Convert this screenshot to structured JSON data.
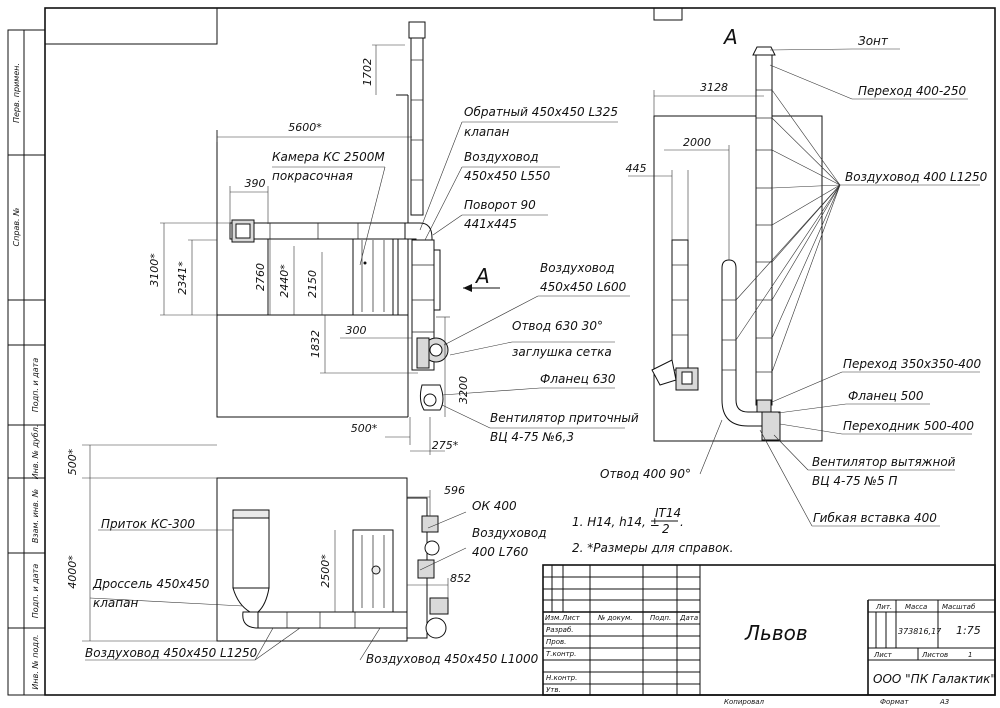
{
  "side_strip": {
    "perv_primen": "Перв. примен.",
    "sprav_no": "Справ. №",
    "podp_i_data_1": "Подп. и дата",
    "inv_dubl": "Инв. № дубл.",
    "vzam_inv": "Взам. инв. №",
    "podp_i_data_2": "Подп. и дата",
    "inv_podl": "Инв. № подл."
  },
  "view_a_marker": "А",
  "left_view": {
    "dims": {
      "d1702": "1702",
      "d5600": "5600*",
      "d390": "390",
      "d3100": "3100*",
      "d2341": "2341*",
      "d2760": "2760",
      "d2440": "2440*",
      "d2150": "2150",
      "d300": "300",
      "d1832": "1832",
      "d3200": "3200",
      "d500": "500*",
      "d275": "275*"
    },
    "labels": {
      "kamera_1": "Камера КС 2500М",
      "kamera_2": "покрасочная",
      "obratny_1": "Обратный 450х450 L325",
      "obratny_2": "клапан",
      "vozd550_1": "Воздуховод",
      "vozd550_2": "450х450 L550",
      "povorot_1": "Поворот 90",
      "povorot_2": "441х445",
      "vozd600_1": "Воздуховод",
      "vozd600_2": "450х450 L600",
      "otvod630": "Отвод 630 30°",
      "zaglushka": "заглушка сетка",
      "flanets630": "Фланец 630",
      "vent_pr_1": "Вентилятор приточный",
      "vent_pr_2": "ВЦ 4-75 №6,3"
    }
  },
  "right_view": {
    "dims": {
      "d3128": "3128",
      "d2000": "2000",
      "d445": "445"
    },
    "labels": {
      "zont": "Зонт",
      "perehod400": "Переход 400-250",
      "vozd400": "Воздуховод 400 L1250",
      "perehod350": "Переход 350х350-400",
      "flanets500": "Фланец 500",
      "perehodnik": "Переходник 500-400",
      "otvod400": "Отвод 400 90°",
      "vent_vyt_1": "Вентилятор вытяжной",
      "vent_vyt_2": "ВЦ 4-75 №5 П",
      "gibkaya": "Гибкая вставка 400"
    }
  },
  "plan_view": {
    "dims": {
      "d500": "500*",
      "d4000": "4000*",
      "d596": "596",
      "d2500": "2500*",
      "d852": "852"
    },
    "labels": {
      "pritok": "Приток КС-300",
      "drossel_1": "Дроссель 450х450",
      "drossel_2": "клапан",
      "vozd1250": "Воздуховод 450х450 L1250",
      "ok400": "ОК 400",
      "vozd760_1": "Воздуховод",
      "vozd760_2": "400 L760",
      "vozd1000": "Воздуховод 450х450 L1000"
    }
  },
  "notes": {
    "note1_prefix": "1.  H14, h14, ±",
    "note1_num": "IT14",
    "note1_den": "2",
    "note1_dot": ".",
    "note2": "2.  *Размеры для справок."
  },
  "title_block": {
    "name": "Львов",
    "col_izm": "Изм.",
    "col_list": "Лист",
    "col_docum": "№ докум.",
    "col_podp": "Подп.",
    "col_data": "Дата",
    "razrab": "Разраб.",
    "prov": "Пров.",
    "tkontr": "Т.контр.",
    "nkontr": "Н.контр.",
    "utv": "Утв.",
    "lit": "Лит.",
    "massa": "Масса",
    "masshtab": "Масштаб",
    "massa_val": "373816,17",
    "masshtab_val": "1:75",
    "list": "Лист",
    "listov": "Листов",
    "listov_val": "1",
    "company": "ООО \"ПК Галактик\"",
    "kopiroval": "Копировал",
    "format": "Формат",
    "format_val": "А3"
  },
  "colors": {
    "line": "#111111",
    "fill_gray": "#d9d9d9",
    "background": "#ffffff"
  }
}
